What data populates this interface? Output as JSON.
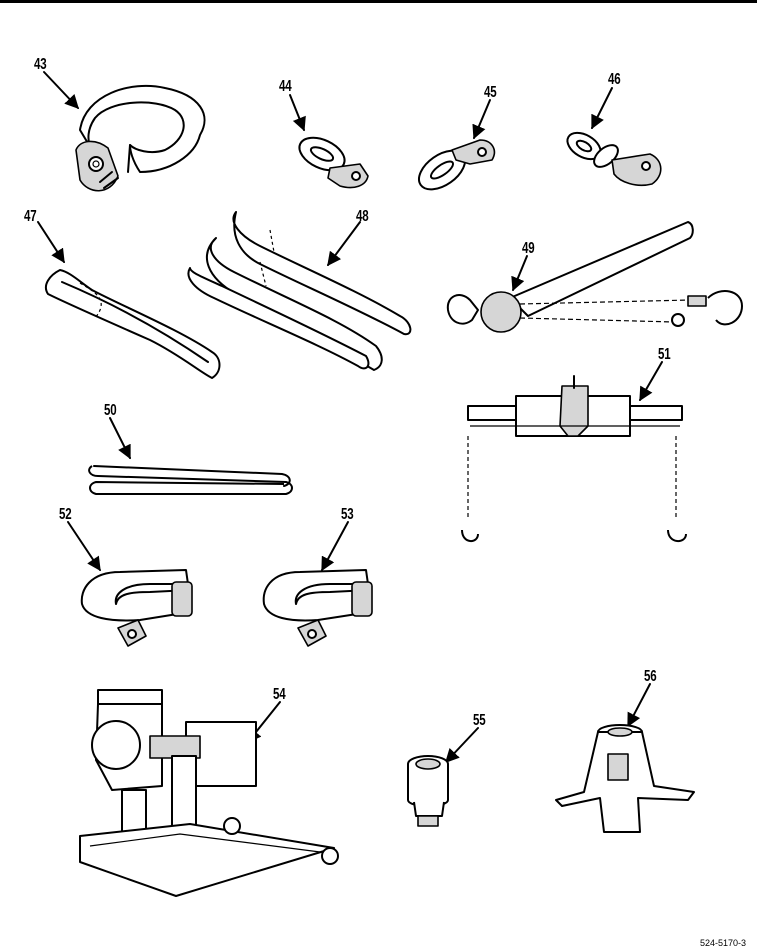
{
  "callouts": {
    "c43": "43",
    "c44": "44",
    "c45": "45",
    "c46": "46",
    "c47": "47",
    "c48": "48",
    "c49": "49",
    "c50": "50",
    "c51": "51",
    "c52": "52",
    "c53": "53",
    "c54": "54",
    "c55": "55",
    "c56": "56"
  },
  "figure_id": "524-5170-3"
}
